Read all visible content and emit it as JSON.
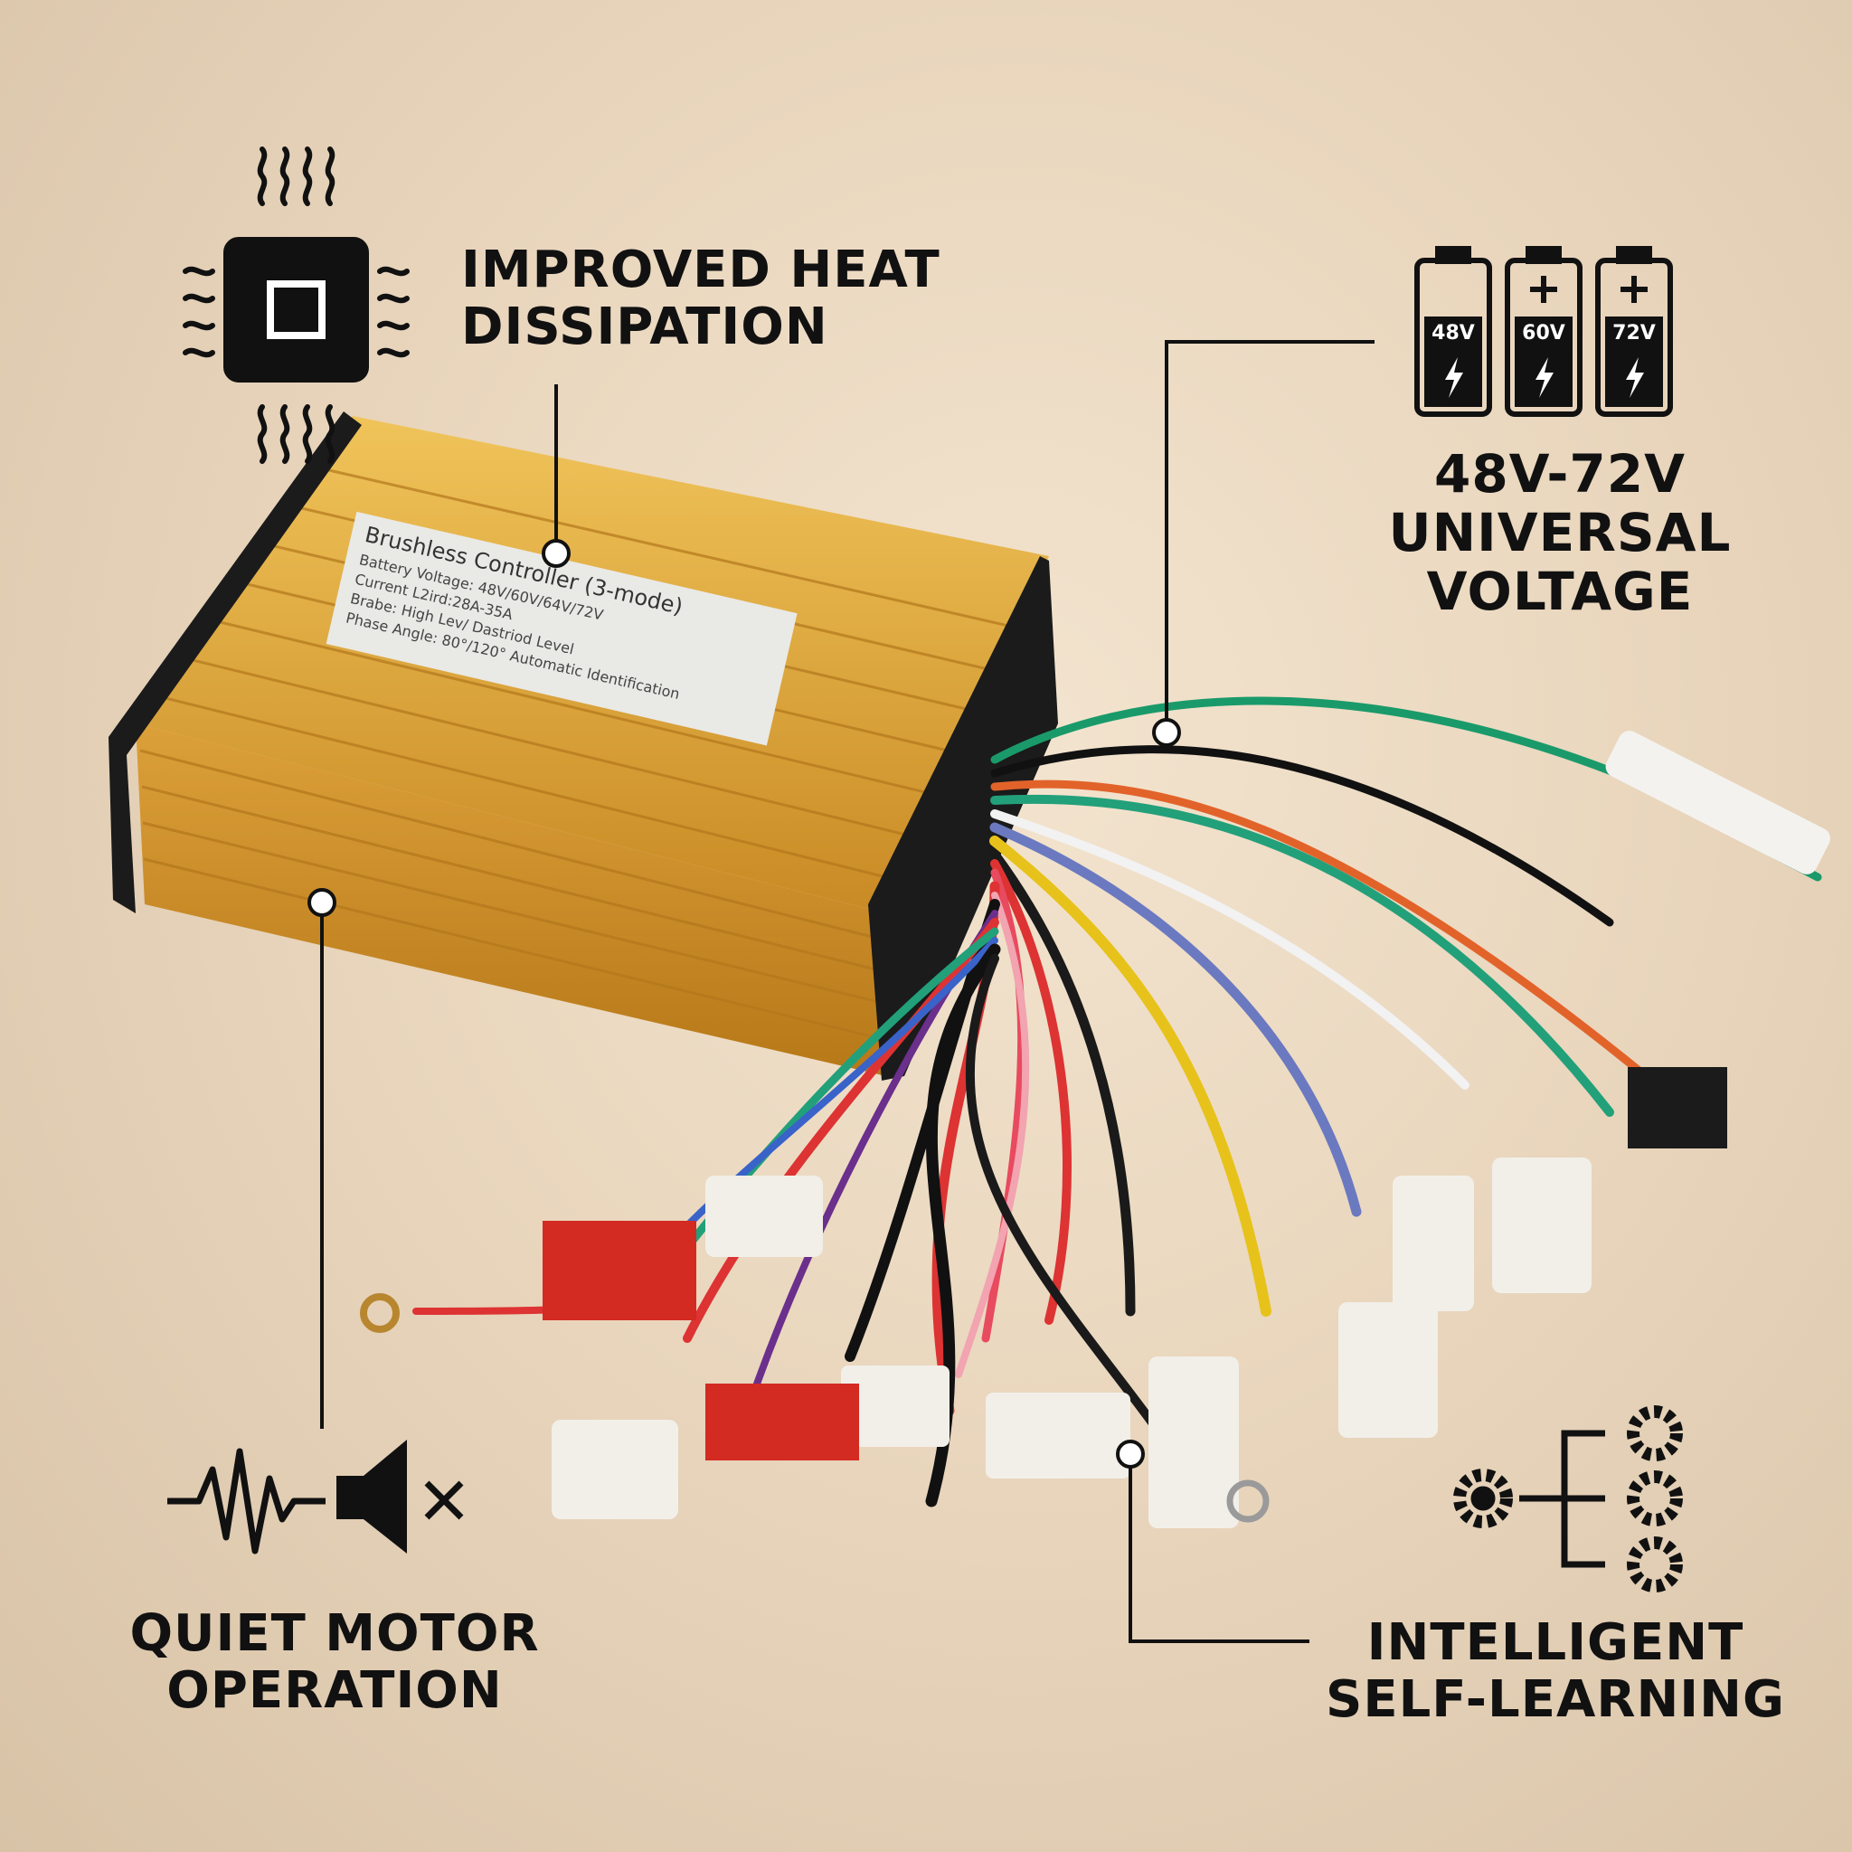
{
  "features": {
    "heat": {
      "line1": "IMPROVED HEAT",
      "line2": "DISSIPATION",
      "icon": "chip-heat-icon"
    },
    "voltage": {
      "line1": "48V-72V",
      "line2": "UNIVERSAL",
      "line3": "VOLTAGE",
      "icon": "battery-icon"
    },
    "quiet": {
      "line1": "QUIET MOTOR",
      "line2": "OPERATION",
      "icon": "muted-speaker-icon"
    },
    "learning": {
      "line1": "INTELLIGENT",
      "line2": "SELF-LEARNING",
      "icon": "gear-branch-icon"
    }
  },
  "batteries": [
    "48V",
    "60V",
    "72V"
  ],
  "product_label": {
    "title": "Brushless Controller (3-mode)",
    "line1": "Battery Voltage: 48V/60V/64V/72V",
    "line2": "Current L2ird:28A-35A",
    "line3": "Brabe: High Lev/ Dastriod Level",
    "line4": "Phase Angle: 80°/120° Automatic Identification"
  },
  "colors": {
    "background": "#e9d6bd",
    "housing": "#e0a83a",
    "text": "#111111"
  }
}
